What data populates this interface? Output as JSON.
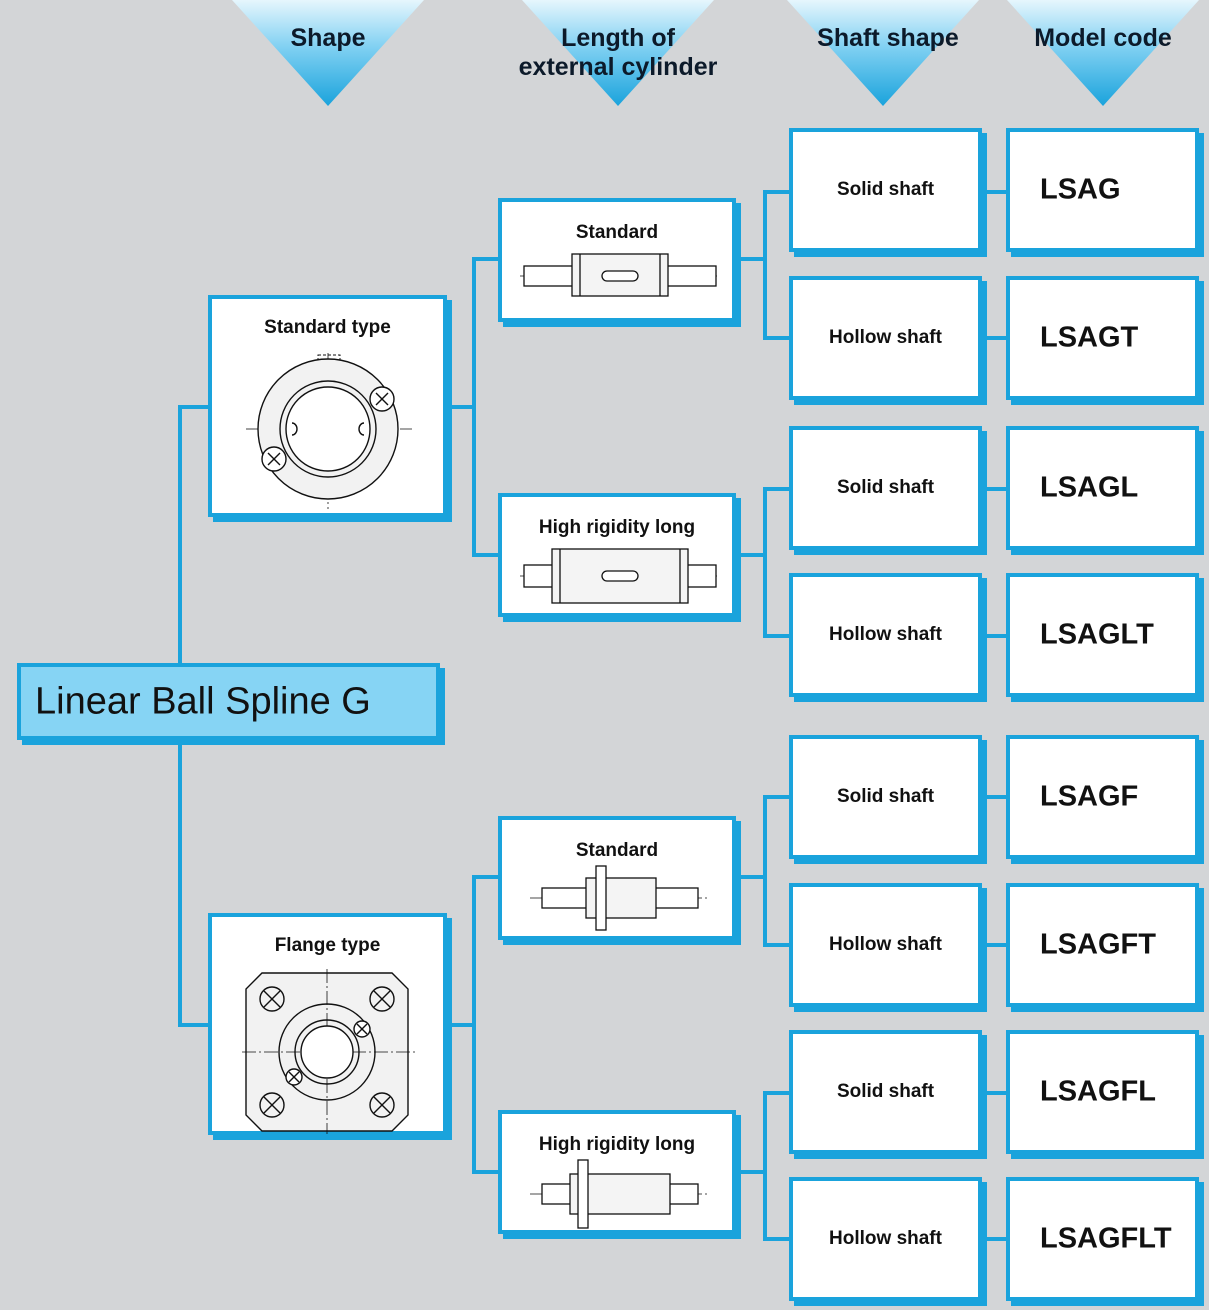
{
  "headers": {
    "shape": "Shape",
    "length": "Length of\nexternal cylinder",
    "shaft": "Shaft shape",
    "model": "Model code"
  },
  "root": {
    "label": "Linear Ball Spline G"
  },
  "shapes": [
    {
      "label": "Standard type"
    },
    {
      "label": "Flange type"
    }
  ],
  "lengths": [
    {
      "label": "Standard"
    },
    {
      "label": "High rigidity long"
    },
    {
      "label": "Standard"
    },
    {
      "label": "High rigidity long"
    }
  ],
  "shafts": [
    {
      "label": "Solid shaft"
    },
    {
      "label": "Hollow shaft"
    },
    {
      "label": "Solid shaft"
    },
    {
      "label": "Hollow shaft"
    },
    {
      "label": "Solid shaft"
    },
    {
      "label": "Hollow shaft"
    },
    {
      "label": "Solid shaft"
    },
    {
      "label": "Hollow shaft"
    }
  ],
  "models": [
    {
      "label": "LSAG"
    },
    {
      "label": "LSAGT"
    },
    {
      "label": "LSAGL"
    },
    {
      "label": "LSAGLT"
    },
    {
      "label": "LSAGF"
    },
    {
      "label": "LSAGFT"
    },
    {
      "label": "LSAGFL"
    },
    {
      "label": "LSAGFLT"
    }
  ],
  "colors": {
    "background": "#d3d5d7",
    "accent": "#1aa3dc",
    "root_fill": "#86d4f4",
    "header_triangle": "#1aa3dc"
  }
}
